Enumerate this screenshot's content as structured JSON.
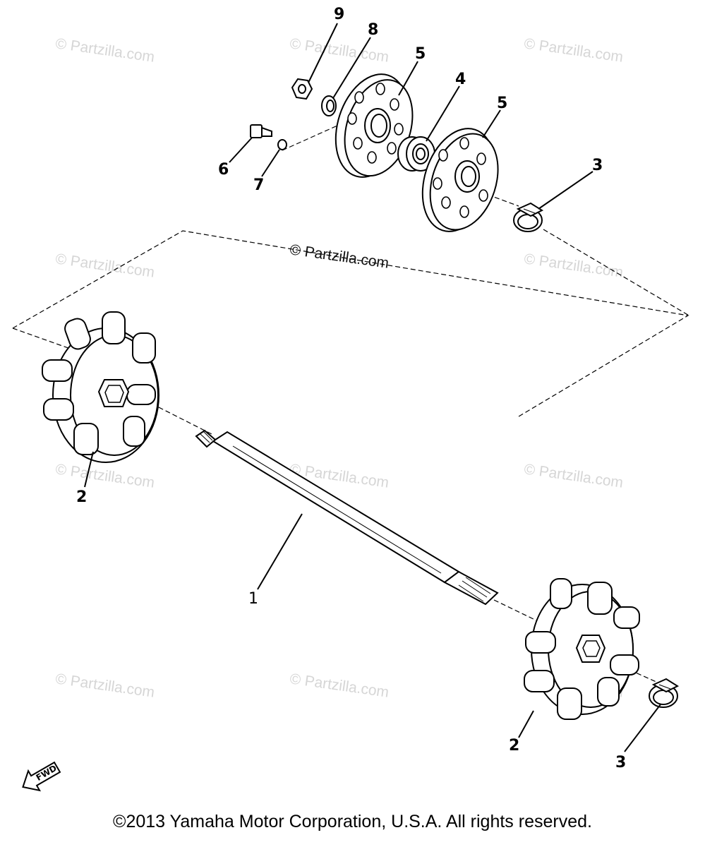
{
  "watermark": "© Partzilla.com",
  "center_watermark": "© Partzilla.com",
  "callouts": {
    "c1": "1",
    "c2a": "2",
    "c2b": "2",
    "c3a": "3",
    "c3b": "3",
    "c4": "4",
    "c5a": "5",
    "c5b": "5",
    "c6": "6",
    "c7": "7",
    "c8": "8",
    "c9": "9"
  },
  "fwd_label": "FWD",
  "copyright": "©2013  Yamaha Motor Corporation, U.S.A. All rights reserved."
}
